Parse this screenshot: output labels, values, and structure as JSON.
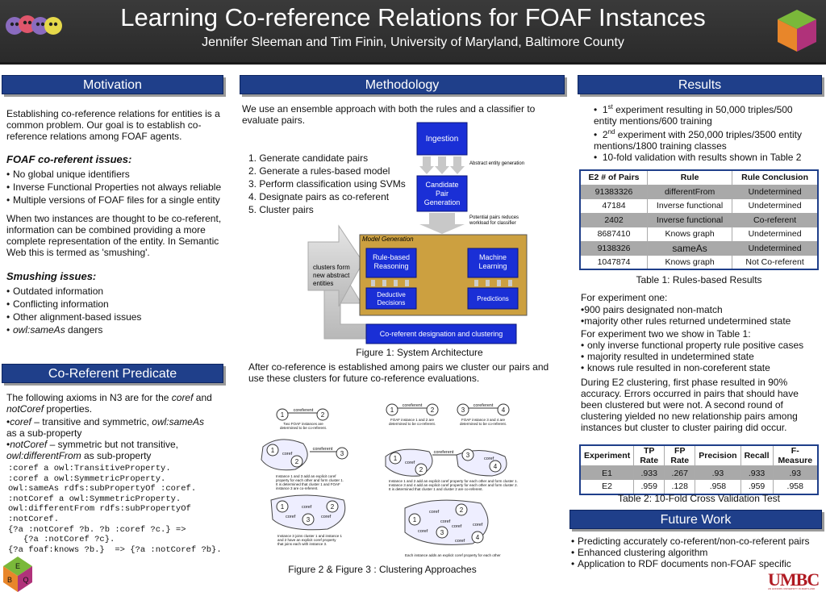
{
  "header": {
    "title": "Learning Co-reference Relations for FOAF Instances",
    "subtitle": "Jennifer Sleeman and Tim Finin, University of Maryland, Baltimore County",
    "right_logo_text": "",
    "bottom_logo_letters": [
      "E",
      "B",
      "Q"
    ],
    "umbc": "UMBC",
    "umbc_tagline": "AN HONORS UNIVERSITY IN MARYLAND"
  },
  "motivation": {
    "heading": "Motivation",
    "intro": "Establishing co-reference relations for entities is a common problem.  Our goal is to establish co-reference relations among FOAF agents.",
    "issues_heading": "FOAF co-referent issues:",
    "issues": [
      "No global unique identifiers",
      "Inverse Functional Properties not always reliable",
      "Multiple versions of FOAF files for a single entity"
    ],
    "smushing_text": "When two instances are thought to be co-referent, information can be combined providing a more complete representation of the entity.  In Semantic Web this is termed as 'smushing'.",
    "smushing_heading": "Smushing issues:",
    "smushing_issues": [
      "Outdated information",
      "Conflicting information",
      "Other alignment-based issues"
    ],
    "smushing_last_italic": "owl:sameAs",
    "smushing_last_rest": " dangers"
  },
  "predicate": {
    "heading": "Co-Referent Predicate",
    "intro_a": "The following axioms in N3 are for the ",
    "intro_coref": "coref",
    "intro_b": " and ",
    "intro_notcoref": "notCoref",
    "intro_c": " properties.",
    "b1_a": "coref",
    "b1_b": " – transitive and symmetric, ",
    "b1_c": "owl:sameAs",
    "b1_d": "as a sub-property",
    "b2_a": "notCoref",
    "b2_b": " – symmetric but not transitive,",
    "b2_c": "owl:differentFrom",
    "b2_d": " as sub-property",
    "code": ":coref a owl:TransitiveProperty.\n:coref a owl:SymmetricProperty.\nowl:sameAs rdfs:subPropertyOf :coref.\n:notCoref a owl:SymmetricProperty.\nowl:differentFrom rdfs:subPropertyOf\n:notCoref.\n{?a :notCoref ?b. ?b :coref ?c.} =>\n   {?a :notCoref ?c}.\n{?a foaf:knows ?b.}  => {?a :notCoref ?b}."
  },
  "methodology": {
    "heading": "Methodology",
    "intro": "We use an ensemble approach with both the rules and a classifier to evaluate pairs.",
    "steps": [
      "1.  Generate candidate pairs",
      "2.  Generate a rules-based model",
      "3.  Perform classification using SVMs",
      "4.  Designate pairs as co-referent",
      "5.  Cluster pairs"
    ],
    "arch": {
      "ingestion": "Ingestion",
      "abstract_label": "Abstract entity generation",
      "candidate": [
        "Candidate",
        "Pair",
        "Generation"
      ],
      "potential_label": [
        "Potential pairs reduces",
        "workload for classifier"
      ],
      "model_generation": "Model Generation",
      "rule_based": [
        "Rule-based",
        "Reasoning"
      ],
      "machine_learning": [
        "Machine",
        "Learning"
      ],
      "deductive": [
        "Deductive",
        "Decisions"
      ],
      "predictions": "Predictions",
      "coreferent_box": "Co-referent designation and clustering",
      "clusters_label": [
        "clusters form",
        "new abstract",
        "entities"
      ]
    },
    "fig1_caption": "Figure 1:  System Architecture",
    "after_text": "After co-reference is established among pairs we cluster our pairs and use these clusters for future co-reference evaluations.",
    "fig23_caption": "Figure 2 & Figure 3 : Clustering Approaches",
    "cluster": {
      "coreferent": "coreferent",
      "coref": "coref",
      "n1": "1",
      "n2": "2",
      "n3": "3",
      "n4": "4",
      "cap_a": [
        "Two FOAF instances are",
        "determined to be co-referent."
      ],
      "cap_b": [
        "FOAF instance 1 and 2 are",
        "determined to be co-referent."
      ],
      "cap_c": [
        "FOAF instance 3 and 4 are",
        "determined to be co-referent."
      ],
      "cap_d": [
        "Instance 1 and 3 add an explicit coref",
        "property for each other and form cluster 1.",
        "It is determined that cluster 1 and FOAF",
        "instance 3 are co-referent."
      ],
      "cap_e": [
        "Instance 1 and 2 add an explicit coref property for each other and form cluster 1.",
        "Instance 3 and 4 add an explicit coref property for each other and form cluster 2.",
        "It is determined that cluster 1 and cluster 2 are co-referent."
      ],
      "cap_f": [
        "Instance 3 joins cluster 1 and instance 1",
        "and 2 have an explicit coref property",
        "that joins each with instance 3."
      ],
      "cap_g": "Each instance adds an explicit coref property for each other"
    }
  },
  "results": {
    "heading": "Results",
    "bullets": [
      {
        "pre": "1",
        "sup": "st",
        "text": " experiment resulting in 50,000 triples/500 entity mentions/600 training"
      },
      {
        "pre": "2",
        "sup": "nd",
        "text": " experiment with 250,000 triples/3500 entity mentions/1800 training classes"
      },
      {
        "pre": "",
        "sup": "",
        "text": "10-fold validation with results shown in Table 2"
      }
    ],
    "table1": {
      "headers": [
        "E2 # of Pairs",
        "Rule",
        "Rule Conclusion"
      ],
      "rows": [
        [
          "91383326",
          "differentFrom",
          "Undetermined"
        ],
        [
          "47184",
          "Inverse functional",
          "Undetermined"
        ],
        [
          "2402",
          "Inverse functional",
          "Co-referent"
        ],
        [
          "8687410",
          "Knows graph",
          "Undetermined"
        ],
        [
          "9138326",
          "sameAs",
          "Undetermined"
        ],
        [
          "1047874",
          "Knows graph",
          "Not Co-referent"
        ]
      ]
    },
    "table1_caption": "Table 1:  Rules-based Results",
    "exp1_heading": "For experiment one:",
    "exp1_bullets": [
      "900 pairs designated non-match",
      "majority other rules returned undetermined state"
    ],
    "exp2_heading": "For experiment two we show in Table 1:",
    "exp2_bullets": [
      "only inverse functional property rule positive cases",
      "majority resulted in undetermined state",
      "knows rule resulted in non-coreferent state"
    ],
    "e2_text": "During E2 clustering, first phase resulted in 90% accuracy.  Errors occurred in pairs that should have been clustered but were not. A second round of clustering yielded no new relationship pairs among instances but cluster to cluster pairing did occur.",
    "table2": {
      "headers": [
        "Experiment",
        "TP Rate",
        "FP Rate",
        "Precision",
        "Recall",
        "F-Measure"
      ],
      "rows": [
        [
          "E1",
          ".933",
          ".267",
          ".93",
          ".933",
          ".93"
        ],
        [
          "E2",
          ".959",
          ".128",
          ".958",
          ".959",
          ".958"
        ]
      ]
    },
    "table2_caption": "Table 2:  10-Fold Cross Validation Test"
  },
  "future": {
    "heading": "Future Work",
    "items": [
      "Predicting accurately co-referent/non-co-referent pairs",
      "Enhanced clustering algorithm",
      "Application to RDF documents non-FOAF specific"
    ]
  }
}
